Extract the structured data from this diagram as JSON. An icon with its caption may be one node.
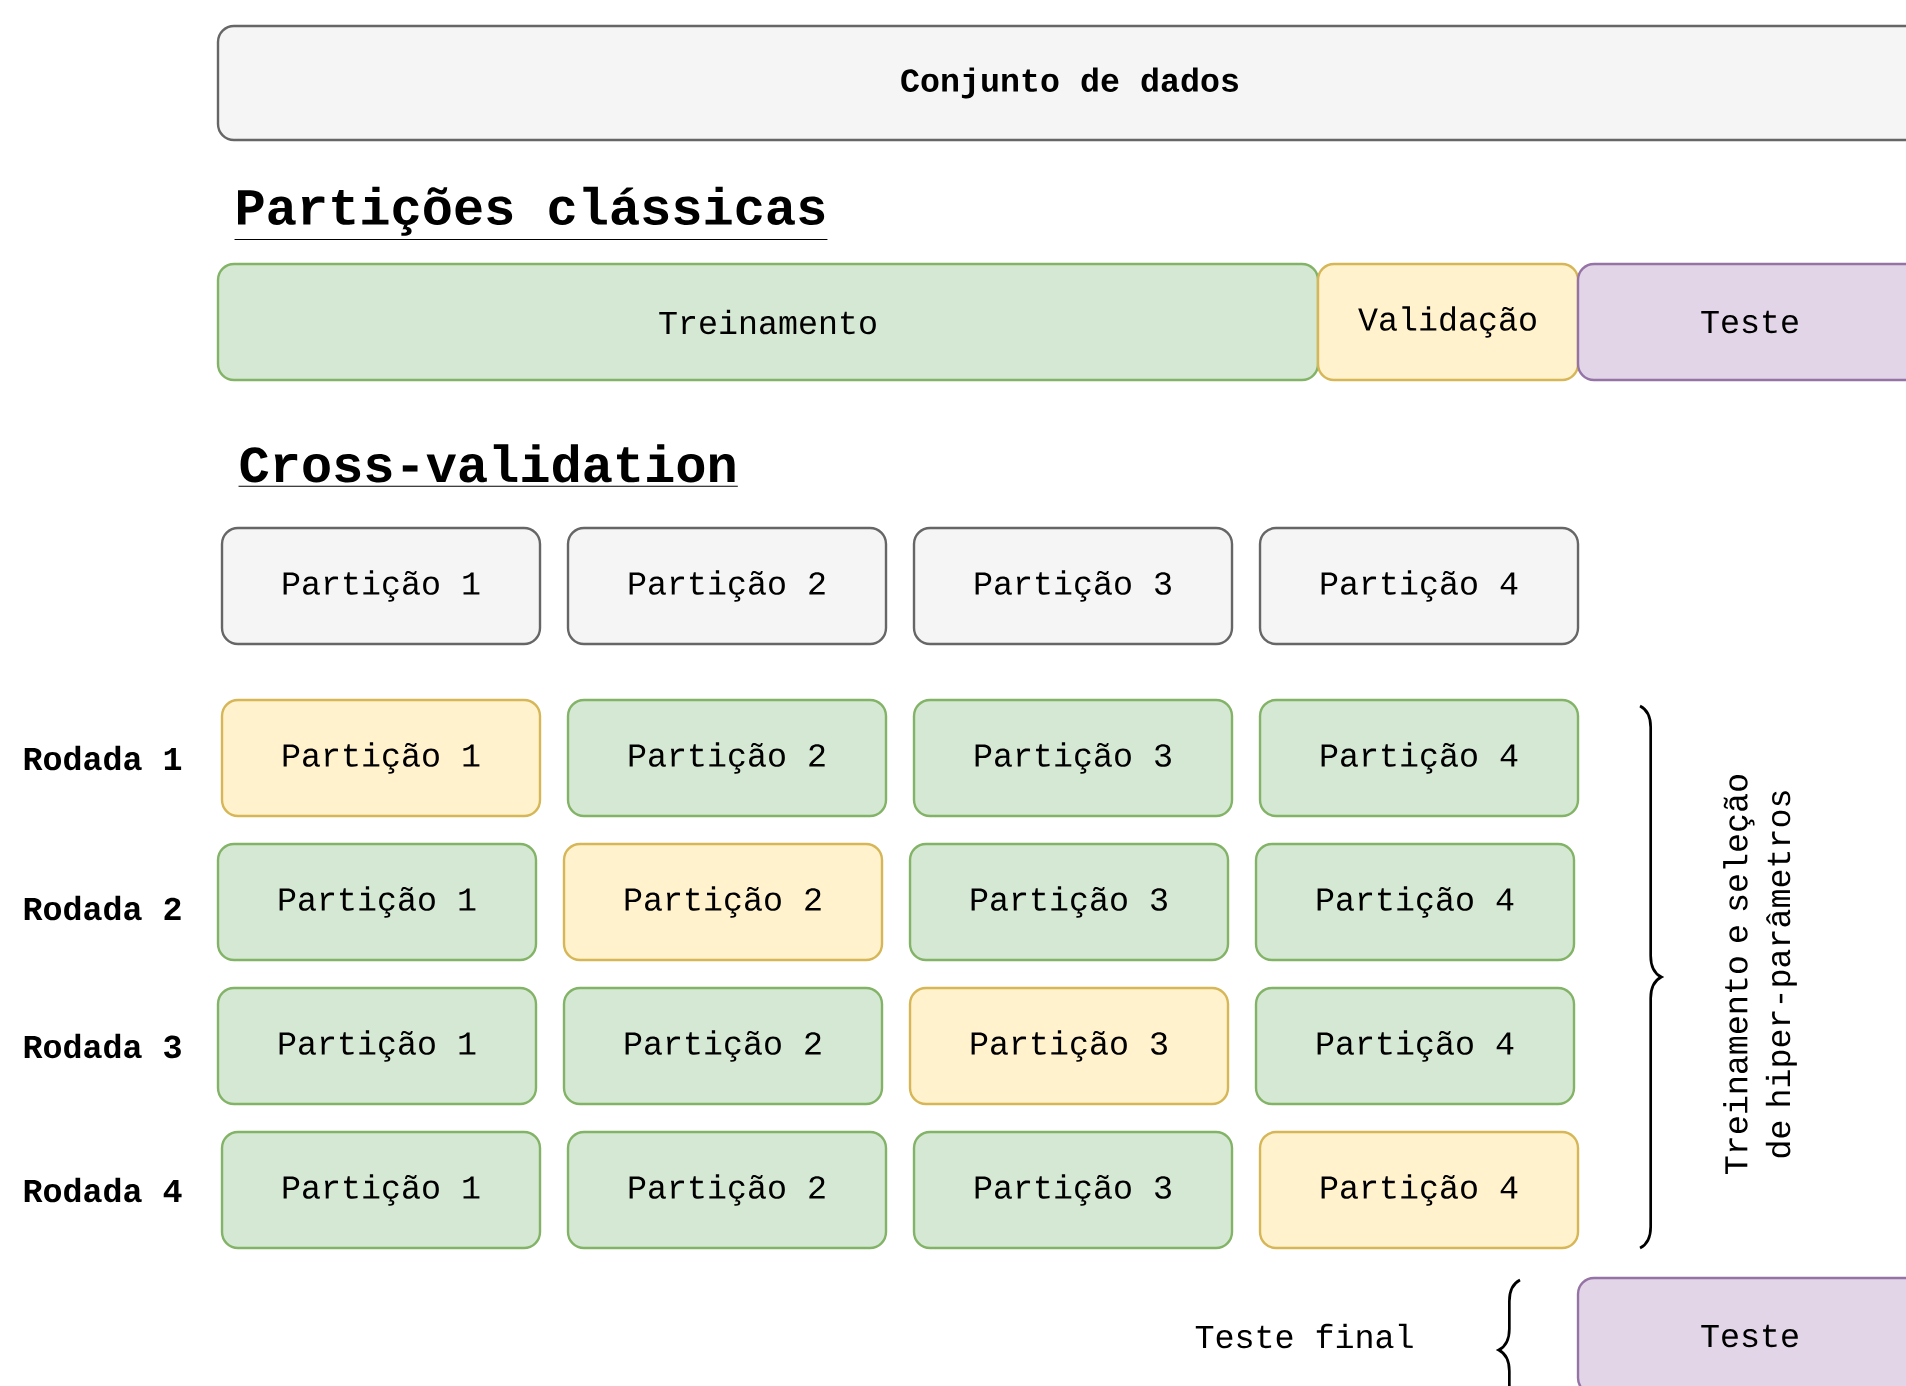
{
  "diagram": {
    "nodes": [
      {
        "text": [
          "Conjunto de dados"
        ]
      },
      {
        "text": [
          "Treinamento"
        ]
      },
      {
        "text": [
          "Validação"
        ]
      },
      {
        "text": [
          "Teste"
        ]
      },
      {
        "text": [
          "Partição 1"
        ]
      },
      {
        "text": [
          "Partição 2"
        ]
      },
      {
        "text": [
          "Partição 3"
        ]
      },
      {
        "text": [
          "Partição 4"
        ]
      },
      {
        "text": [
          "Partição 1"
        ]
      },
      {
        "text": [
          "Partição 2"
        ]
      },
      {
        "text": [
          "Partição 3"
        ]
      },
      {
        "text": [
          "Partição 4"
        ]
      },
      {
        "text": [
          "Partição 1"
        ]
      },
      {
        "text": [
          "Partição 2"
        ]
      },
      {
        "text": [
          "Partição 3"
        ]
      },
      {
        "text": [
          "Partição 4"
        ]
      },
      {
        "text": [
          "Partição 1"
        ]
      },
      {
        "text": [
          "Partição 2"
        ]
      },
      {
        "text": [
          "Partição 3"
        ]
      },
      {
        "text": [
          "Partição 4"
        ]
      },
      {
        "text": [
          "Partição 1"
        ]
      },
      {
        "text": [
          "Partição 2"
        ]
      },
      {
        "text": [
          "Partição 3"
        ]
      },
      {
        "text": [
          "Partição 4"
        ]
      },
      {
        "text": [
          "Teste"
        ]
      }
    ],
    "labels": [
      "Partições clássicas",
      "Cross-validation",
      "Rodada 1",
      "Rodada 2",
      "Rodada 3",
      "Rodada 4",
      "Treinamento e seleção de hiper-parâmetros",
      "Teste final"
    ]
  }
}
